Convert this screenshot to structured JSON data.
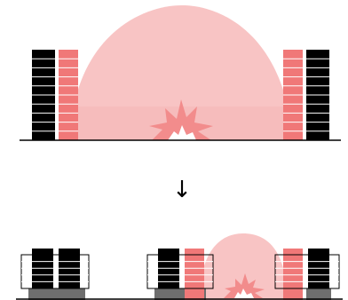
{
  "diagram": {
    "colors": {
      "background": "#ffffff",
      "dome": "#f8c4c4",
      "dome_bottom": "#f6bcbc",
      "burst": "#f28c8c",
      "burst_core": "#ffffff",
      "stack_black": "#000000",
      "stack_red": "#f07878",
      "stack_separator": "#ffffff",
      "ground": "#000000",
      "base_gray": "#6e6e6e"
    },
    "icons": [
      "explosion-burst-icon",
      "down-arrow-icon"
    ],
    "arrow_glyph": "↓",
    "top_panel": {
      "left_stack_rows": 10,
      "right_stack_rows": 10
    },
    "bottom_panel": {
      "stack_rows": 5,
      "units": [
        "left-unit",
        "middle-unit",
        "right-unit"
      ]
    }
  }
}
